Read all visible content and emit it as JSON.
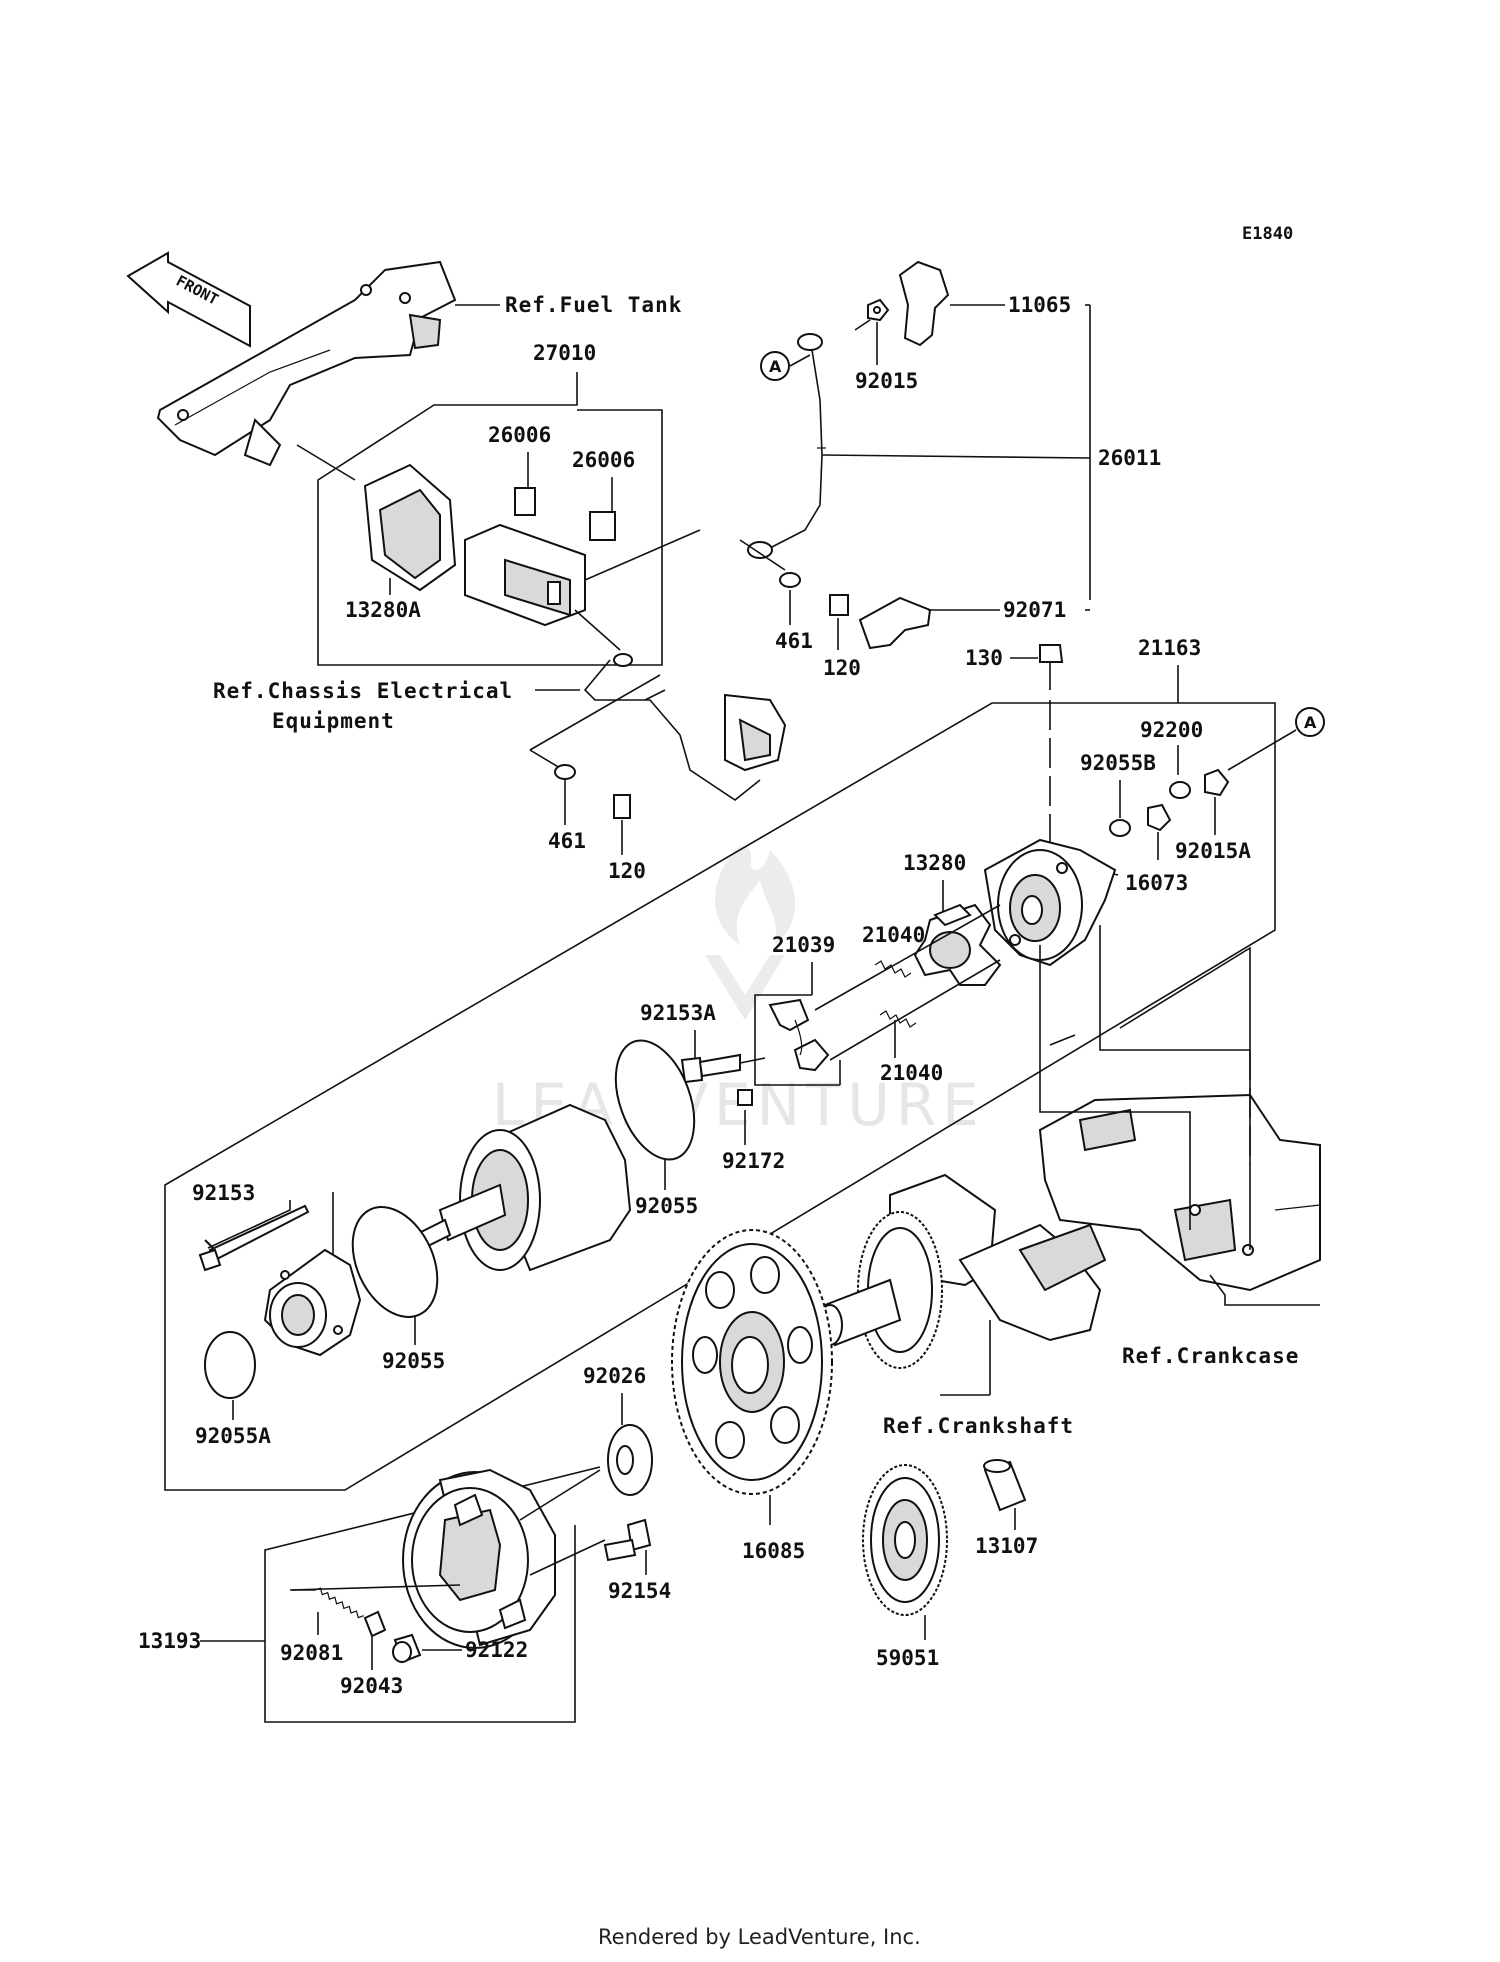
{
  "diagram": {
    "code": "E1840",
    "front_label": "FRONT",
    "circle_marker": "A",
    "watermark": "LEADVENTURE",
    "footer": "Rendered by LeadVenture, Inc."
  },
  "labels": {
    "ref_fuel_tank": "Ref.Fuel Tank",
    "p27010": "27010",
    "p26006_a": "26006",
    "p26006_b": "26006",
    "p13280A": "13280A",
    "ref_chassis_1": "Ref.Chassis Electrical",
    "ref_chassis_2": "Equipment",
    "p461_a": "461",
    "p120_a": "120",
    "p11065": "11065",
    "p92015": "92015",
    "p26011": "26011",
    "p92071": "92071",
    "p461_b": "461",
    "p120_b": "120",
    "p130": "130",
    "p21163": "21163",
    "p92200": "92200",
    "p92055B": "92055B",
    "p92015A": "92015A",
    "p16073": "16073",
    "p13280": "13280",
    "p21039": "21039",
    "p21040_a": "21040",
    "p92153A": "92153A",
    "p21040_b": "21040",
    "p92172": "92172",
    "p92055_a": "92055",
    "p92153": "92153",
    "p92055_b": "92055",
    "p92055A": "92055A",
    "p92026": "92026",
    "ref_crankcase": "Ref.Crankcase",
    "ref_crankshaft": "Ref.Crankshaft",
    "p16085": "16085",
    "p13107": "13107",
    "p92154": "92154",
    "p59051": "59051",
    "p13193": "13193",
    "p92081": "92081",
    "p92122": "92122",
    "p92043": "92043"
  }
}
